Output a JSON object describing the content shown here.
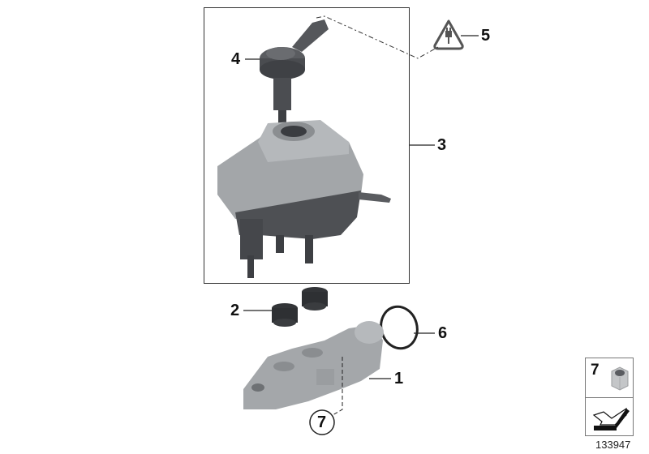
{
  "diagram": {
    "type": "exploded-parts-diagram",
    "subject": "Brake master cylinder with expansion tank",
    "catalog_number": "133947",
    "callouts": [
      {
        "id": "1",
        "label": "1",
        "part": "brake-master-cylinder"
      },
      {
        "id": "2",
        "label": "2",
        "part": "grommets"
      },
      {
        "id": "3",
        "label": "3",
        "part": "expansion-tank-assembly"
      },
      {
        "id": "4",
        "label": "4",
        "part": "filler-cap-with-sensor"
      },
      {
        "id": "5",
        "label": "5",
        "part": "electrical-connector-warning-symbol"
      },
      {
        "id": "6",
        "label": "6",
        "part": "o-ring"
      },
      {
        "id": "7",
        "label": "7",
        "part": "hex-nut-circled-reference"
      }
    ],
    "legend": {
      "item_label": "7",
      "item_icon": "hex-nut-icon",
      "arrow_icon": "arrow-down-left-icon"
    },
    "colors": {
      "frame": "#333333",
      "text": "#111111",
      "part_gray": "#a0a3a6",
      "part_dark": "#45474b",
      "warning_symbol": "#555555"
    }
  }
}
